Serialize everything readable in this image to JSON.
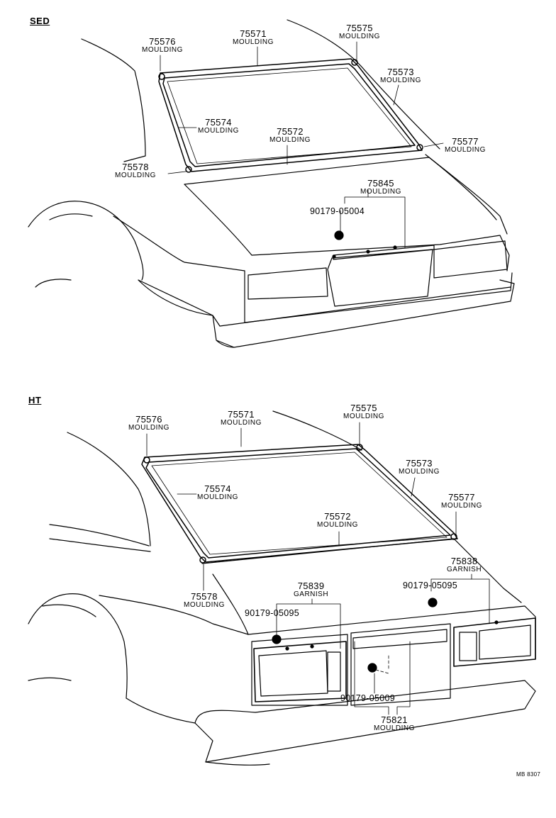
{
  "sections": {
    "sedan": "SED",
    "hardtop": "HT"
  },
  "sedan": {
    "p75576": {
      "num": "75576",
      "name": "MOULDING"
    },
    "p75571": {
      "num": "75571",
      "name": "MOULDING"
    },
    "p75575": {
      "num": "75575",
      "name": "MOULDING"
    },
    "p75573": {
      "num": "75573",
      "name": "MOULDING"
    },
    "p75574": {
      "num": "75574",
      "name": "MOULDING"
    },
    "p75572": {
      "num": "75572",
      "name": "MOULDING"
    },
    "p75577": {
      "num": "75577",
      "name": "MOULDING"
    },
    "p75578": {
      "num": "75578",
      "name": "MOULDING"
    },
    "p75845": {
      "num": "75845",
      "name": "MOULDING"
    },
    "clip": "90179-05004"
  },
  "hardtop": {
    "p75576": {
      "num": "75576",
      "name": "MOULDING"
    },
    "p75571": {
      "num": "75571",
      "name": "MOULDING"
    },
    "p75575": {
      "num": "75575",
      "name": "MOULDING"
    },
    "p75573": {
      "num": "75573",
      "name": "MOULDING"
    },
    "p75574": {
      "num": "75574",
      "name": "MOULDING"
    },
    "p75577": {
      "num": "75577",
      "name": "MOULDING"
    },
    "p75572": {
      "num": "75572",
      "name": "MOULDING"
    },
    "p75838": {
      "num": "75838",
      "name": "GARNISH"
    },
    "clip_right": "90179-05095",
    "p75839": {
      "num": "75839",
      "name": "GARNISH"
    },
    "clip_left": "90179-05095",
    "p75578": {
      "num": "75578",
      "name": "MOULDING"
    },
    "clip_center": "90179-05009",
    "p75821": {
      "num": "75821",
      "name": "MOULDING"
    }
  },
  "drawing_code": "MB 8307"
}
